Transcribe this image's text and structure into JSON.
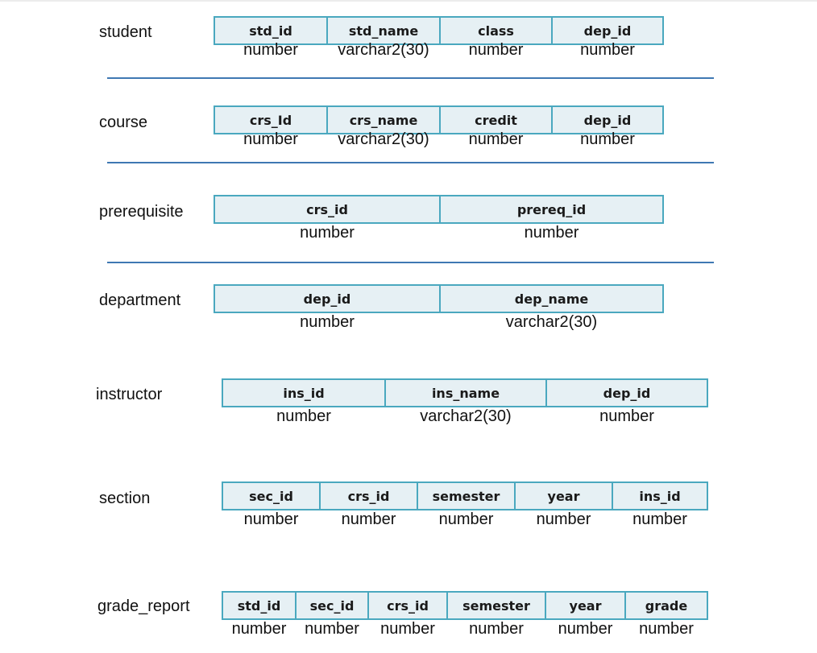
{
  "tables": [
    {
      "name": "student",
      "columns": [
        {
          "name": "std_id",
          "type": "number"
        },
        {
          "name": "std_name",
          "type": "varchar2(30)"
        },
        {
          "name": "class",
          "type": "number"
        },
        {
          "name": "dep_id",
          "type": "number"
        }
      ]
    },
    {
      "name": "course",
      "columns": [
        {
          "name": "crs_Id",
          "type": "number"
        },
        {
          "name": "crs_name",
          "type": "varchar2(30)"
        },
        {
          "name": "credit",
          "type": "number"
        },
        {
          "name": "dep_id",
          "type": "number"
        }
      ]
    },
    {
      "name": "prerequisite",
      "columns": [
        {
          "name": "crs_id",
          "type": "number"
        },
        {
          "name": "prereq_id",
          "type": "number"
        }
      ]
    },
    {
      "name": "department",
      "columns": [
        {
          "name": "dep_id",
          "type": "number"
        },
        {
          "name": "dep_name",
          "type": "varchar2(30)"
        }
      ]
    },
    {
      "name": "instructor",
      "columns": [
        {
          "name": "ins_id",
          "type": "number"
        },
        {
          "name": "ins_name",
          "type": "varchar2(30)"
        },
        {
          "name": "dep_id",
          "type": "number"
        }
      ]
    },
    {
      "name": "section",
      "columns": [
        {
          "name": "sec_id",
          "type": "number"
        },
        {
          "name": "crs_id",
          "type": "number"
        },
        {
          "name": "semester",
          "type": "number"
        },
        {
          "name": "year",
          "type": "number"
        },
        {
          "name": "ins_id",
          "type": "number"
        }
      ]
    },
    {
      "name": "grade_report",
      "columns": [
        {
          "name": "std_id",
          "type": "number"
        },
        {
          "name": "sec_id",
          "type": "number"
        },
        {
          "name": "crs_id",
          "type": "number"
        },
        {
          "name": "semester",
          "type": "number"
        },
        {
          "name": "year",
          "type": "number"
        },
        {
          "name": "grade",
          "type": "number"
        }
      ]
    }
  ],
  "colors": {
    "cell_border": "#4aa8bf",
    "cell_fill": "#e6f0f4",
    "separator": "#3f78b3"
  }
}
